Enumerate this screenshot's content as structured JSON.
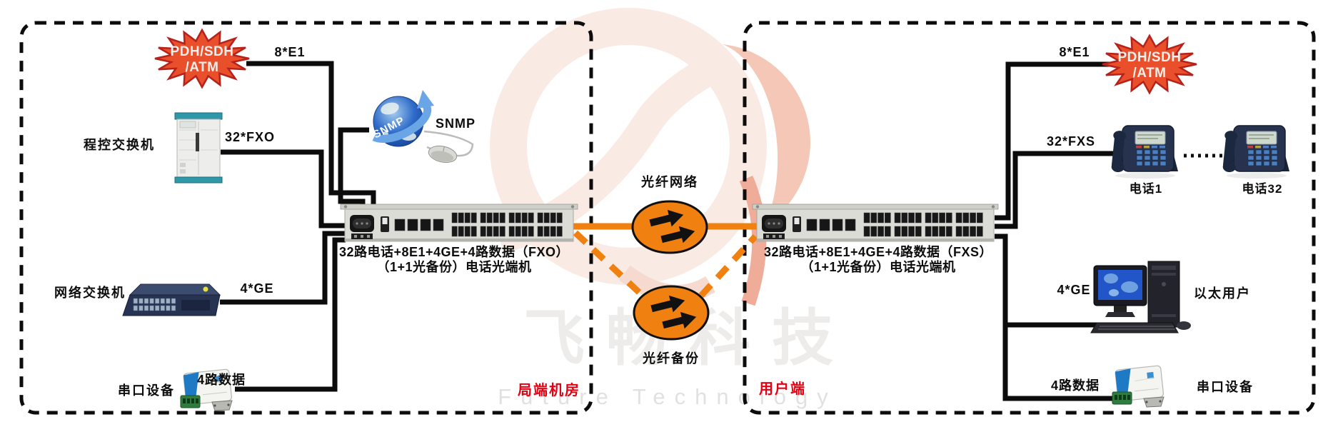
{
  "watermark": {
    "cn": "飞畅科技",
    "en": "Future Technology"
  },
  "palette": {
    "fiber_orange": "#F08010",
    "burst_fill": "#E94F2A",
    "burst_stroke": "#B5221C",
    "zone_label_red": "#E60012"
  },
  "left_zone": {
    "zone_label": "局端机房",
    "burst_line1": "PDH/SDH",
    "burst_line2": "/ATM",
    "link_e1": "8*E1",
    "link_fxo": "32*FXO",
    "link_ge": "4*GE",
    "link_data": "4路数据",
    "snmp_globe": "SNMP",
    "snmp_label": "SNMP",
    "pbx_label": "程控交换机",
    "switch_label": "网络交换机",
    "serial_label": "串口设备",
    "mux_line1": "32路电话+8E1+4GE+4路数据（FXO）",
    "mux_line2": "（1+1光备份）电话光端机"
  },
  "center": {
    "fiber_main": "光纤网络",
    "fiber_backup": "光纤备份"
  },
  "right_zone": {
    "zone_label": "用户端",
    "burst_line1": "PDH/SDH",
    "burst_line2": "/ATM",
    "link_e1": "8*E1",
    "link_fxs": "32*FXS",
    "link_ge": "4*GE",
    "link_data": "4路数据",
    "phone1_label": "电话1",
    "phone32_label": "电话32",
    "ethernet_user_label": "以太用户",
    "serial_label": "串口设备",
    "mux_line1": "32路电话+8E1+4GE+4路数据（FXS）",
    "mux_line2": "（1+1光备份）电话光端机"
  }
}
